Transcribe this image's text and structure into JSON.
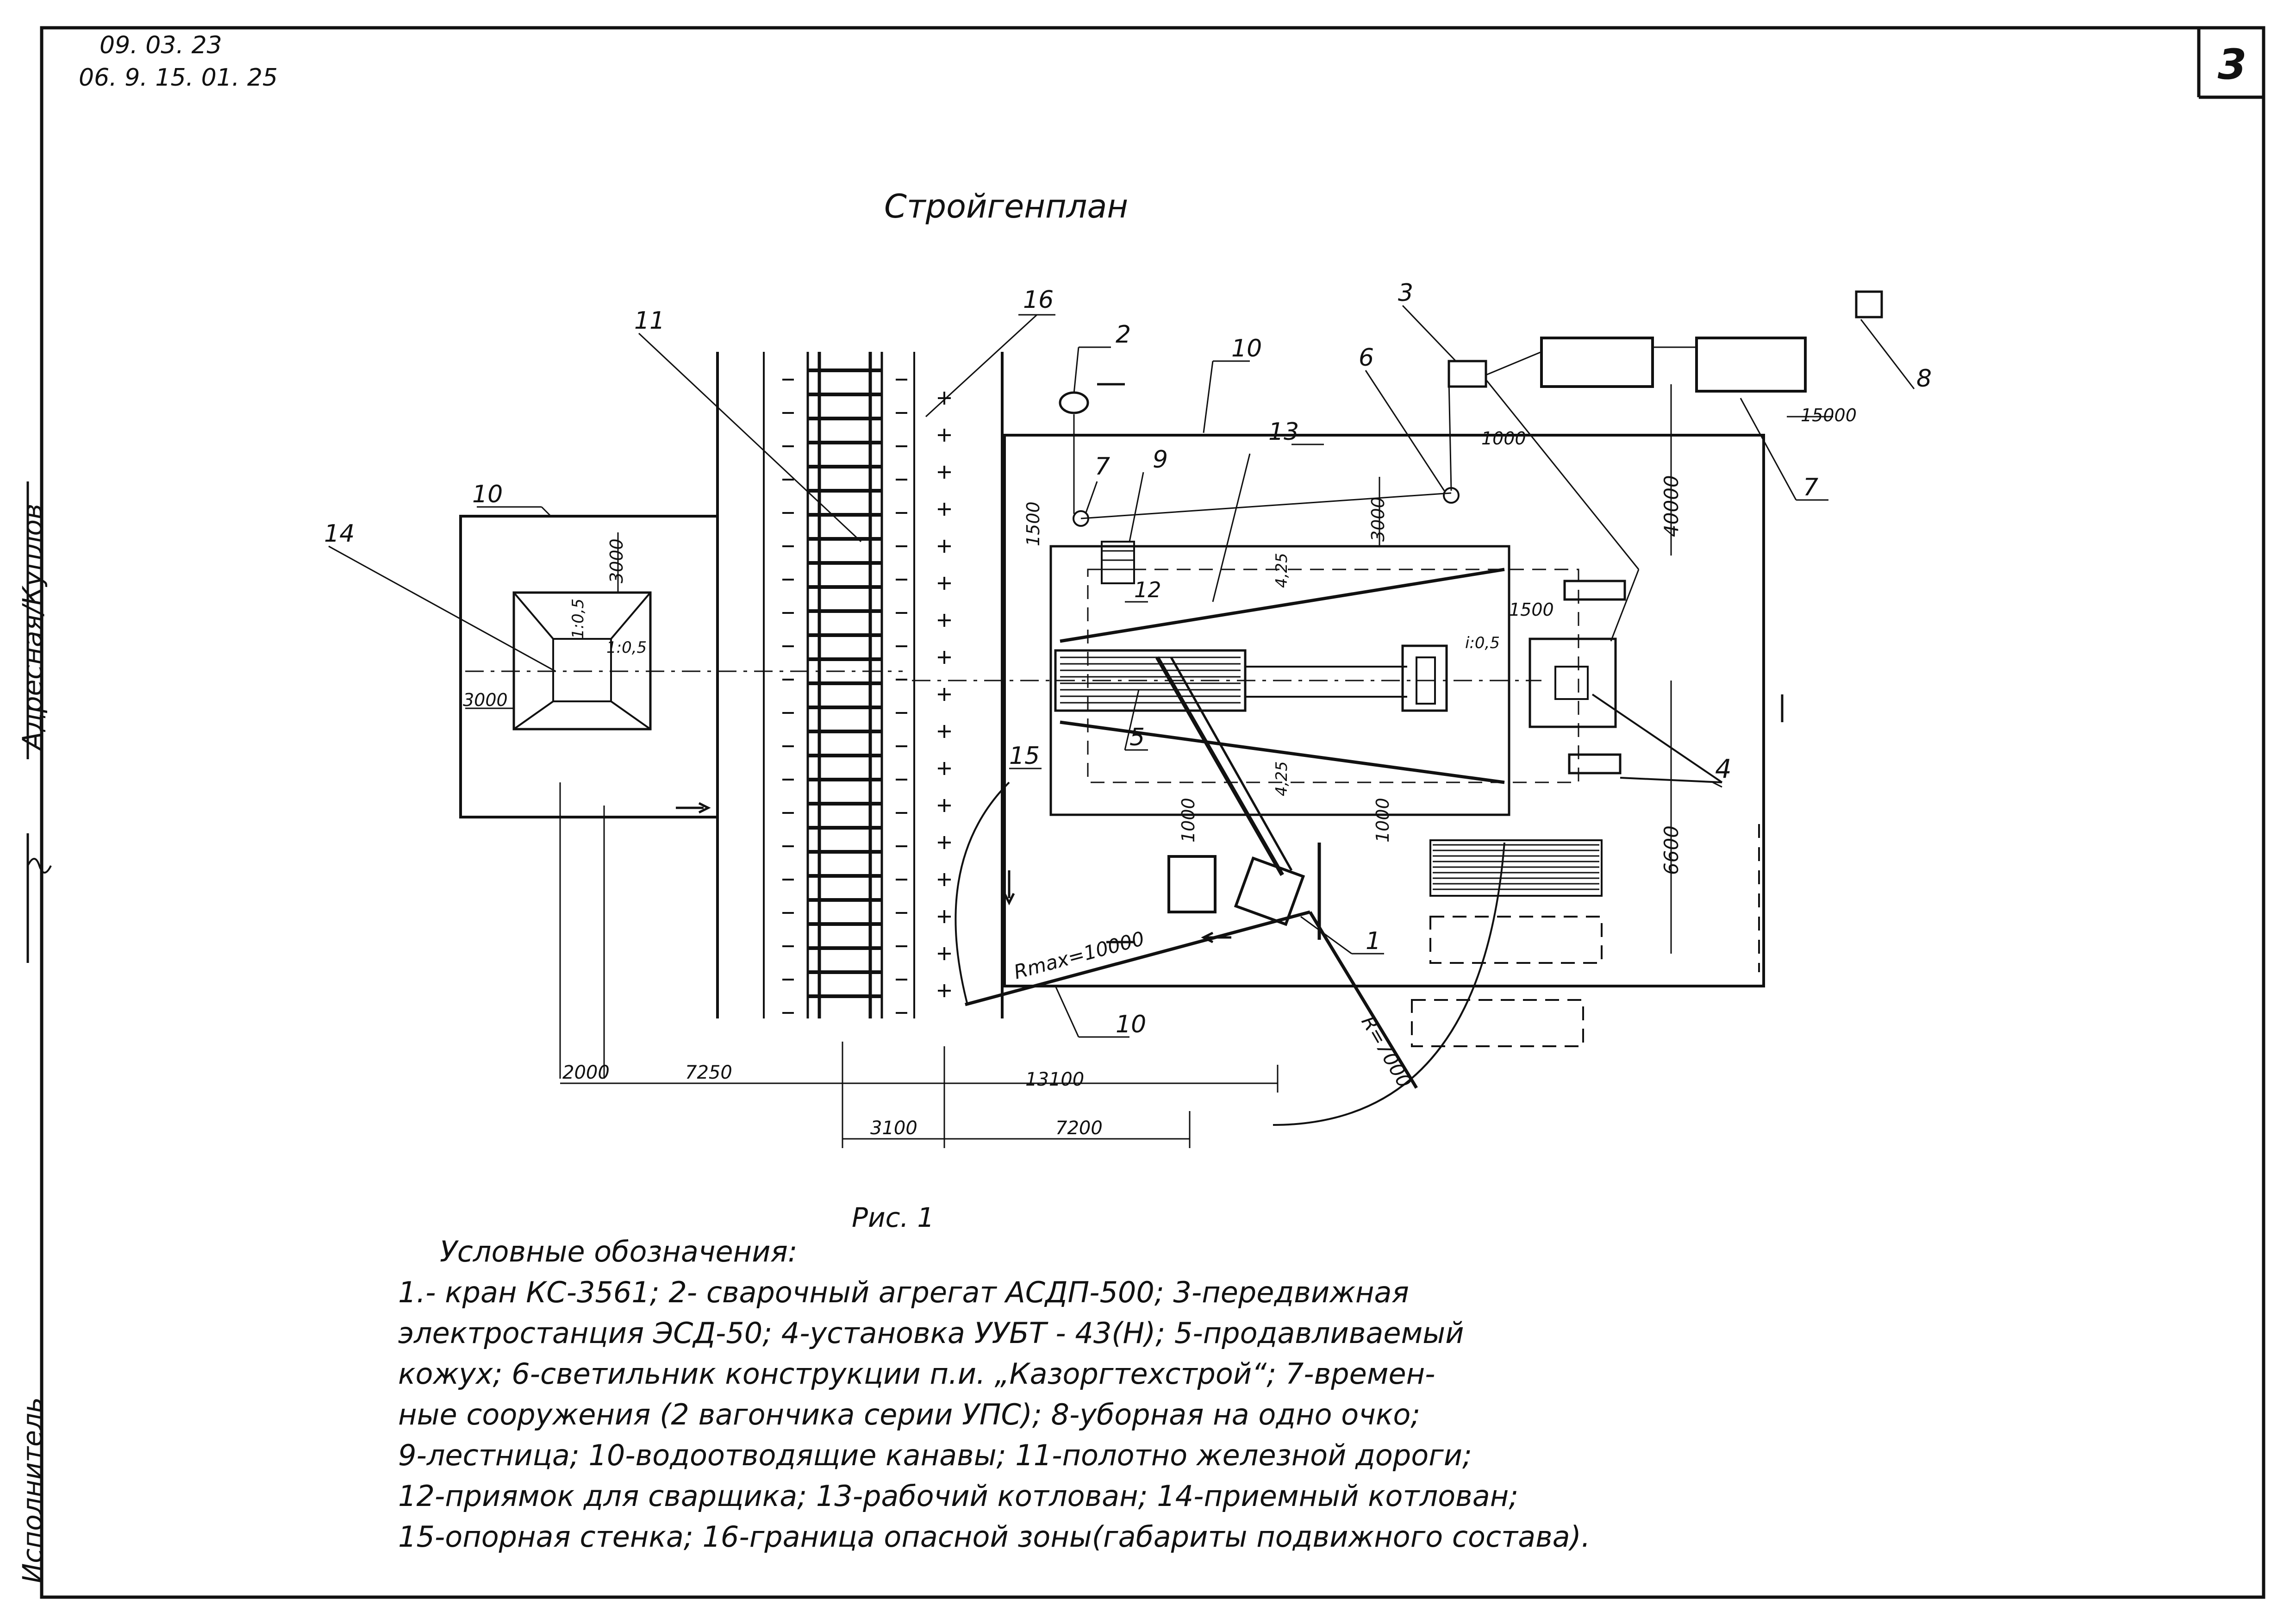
{
  "stamp": {
    "date": "09. 03. 23",
    "code": "06. 9. 15. 01. 25"
  },
  "sheet_number": "3",
  "title": "Стройгенплан",
  "side_labels": {
    "top": "Адресная/Куплов",
    "bottom": "Исполнитель"
  },
  "callouts": {
    "c1": "1",
    "c2": "2",
    "c3": "3",
    "c4": "4",
    "c5": "5",
    "c6": "6",
    "c7a": "7",
    "c7b": "7",
    "c8": "8",
    "c9": "9",
    "c10a": "10",
    "c10b": "10",
    "c10c": "10",
    "c11": "11",
    "c12": "12",
    "c13": "13",
    "c14": "14",
    "c15": "15",
    "c16": "16"
  },
  "dimensions": {
    "d2000": "2000",
    "d7250": "7250",
    "d13100": "13100",
    "d3100": "3100",
    "d7200": "7200",
    "d3000a": "3000",
    "d3000b": "3000",
    "d3000c": "3000",
    "d1500a": "1500",
    "d1500b": "1500",
    "d1000a": "1000",
    "d1000b": "1000",
    "d1000c": "1000",
    "d15000": "15000",
    "d40000": "40000",
    "d6600": "6600",
    "rmax": "Rmax=10000",
    "r7000": "R=7000",
    "s105a": "1:0,5",
    "s105b": "1:0,5",
    "s005": "i:0,5",
    "h425a": "4,25",
    "h425b": "4,25"
  },
  "figure_caption": "Рис. 1",
  "legend": {
    "title": "Условные обозначения:",
    "lines": [
      "1.- кран КС-3561; 2- сварочный   агрегат АСДП-500; 3-передвижная",
      "электростанция ЭСД-50; 4-установка УУБТ - 43(Н); 5-продавливаемый",
      "кожух; 6-светильник   конструкции п.и. „Казоргтехстрой“; 7-времен-",
      "ные сооружения (2 вагончика  серии УПС); 8-уборная на одно  очко;",
      "9-лестница; 10-водоотводящие канавы; 11-полотно железной дороги;",
      "12-приямок для сварщика; 13-рабочий котлован; 14-приемный котлован;",
      "15-опорная стенка; 16-граница опасной зоны(габариты подвижного состава)."
    ]
  }
}
